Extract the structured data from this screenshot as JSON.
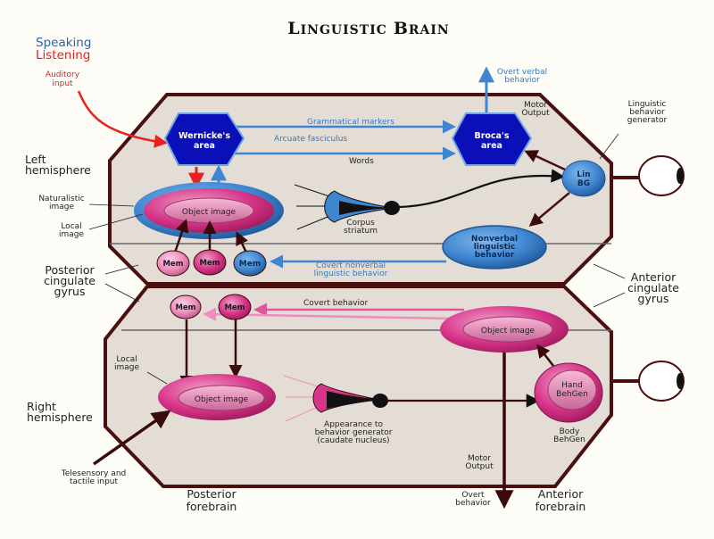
{
  "title": "Linguistic brain",
  "legend": {
    "speaking": {
      "label": "Speaking",
      "color": "#2a63b0"
    },
    "listening": {
      "label": "Listening",
      "color": "#e8201e"
    }
  },
  "colors": {
    "outline": "#4a0f0f",
    "region_fill": "#e4ddd6",
    "blue_path": "#3f86d0",
    "pink_path": "#e0559a",
    "red_path": "#e8201e",
    "hexagon": "#0b0fb8",
    "blue_node": "#3f86d0",
    "pink_dark": "#d42a78",
    "pink_light": "#ee8cbc"
  },
  "outside_labels": {
    "auditory_input": "Auditory\ninput",
    "left_hemisphere": "Left\nhemisphere",
    "naturalistic_image": "Naturalistic\nimage",
    "local_image_top": "Local\nimage",
    "posterior_cingulate": "Posterior\ncingulate\ngyrus",
    "anterior_cingulate": "Anterior\ncingulate\ngyrus",
    "linguistic_behavior_generator": "Linguistic\nbehavior\ngenerator",
    "overt_verbal_behavior": "Overt verbal\nbehavior",
    "right_hemisphere": "Right\nhemisphere",
    "telesensory": "Telesensory and\ntactile input",
    "posterior_forebrain": "Posterior\nforebrain",
    "anterior_forebrain": "Anterior\nforebrain",
    "overt_behavior": "Overt\nbehavior"
  },
  "left_hemisphere": {
    "wernicke": "Wernicke's\narea",
    "broca": "Broca's\narea",
    "motor_output": "Motor\nOutput",
    "grammatical_markers": "Grammatical markers",
    "arcuate_fasciculus": "Arcuate fasciculus",
    "words": "Words",
    "object_image": "Object image",
    "corpus_striatum": "Corpus\nstriatum",
    "lin_bg": "Lin\nBG",
    "nonverbal": "Nonverbal\nlinguistic\nbehavior",
    "covert_nonverbal": "Covert nonverbal\nlinguistic behavior",
    "mem_nodes": [
      "Mem",
      "Mem",
      "Mem"
    ]
  },
  "right_hemisphere": {
    "covert_behavior": "Covert behavior",
    "object_image_anterior": "Object image",
    "object_image_posterior": "Object image",
    "local_image": "Local\nimage",
    "caudate": "Appearance to\nbehavior generator\n(caudate nucleus)",
    "hand_behgen": "Hand\nBehGen",
    "body_behgen": "Body\nBehGen",
    "motor_output": "Motor\nOutput",
    "mem_nodes": [
      "Mem",
      "Mem"
    ]
  }
}
